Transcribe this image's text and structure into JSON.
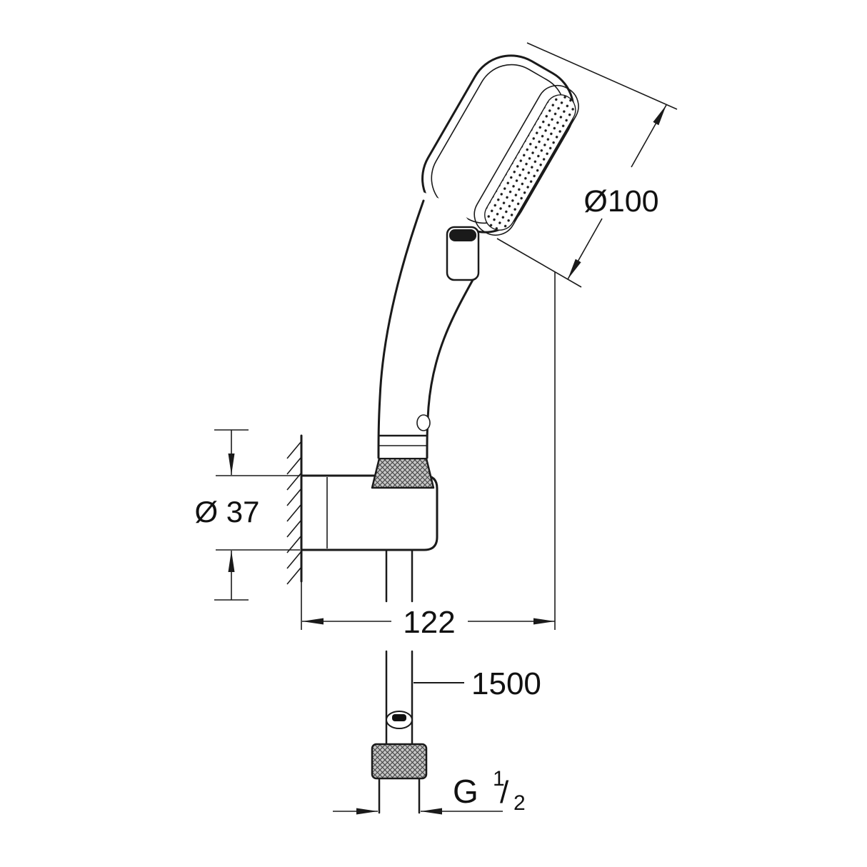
{
  "diagram": {
    "background": "#ffffff",
    "line_color": "#1a1a1a",
    "labels": {
      "head_diameter": "Ø100",
      "holder_diameter": "Ø 37",
      "holder_depth": "122",
      "hose_length": "1500",
      "thread_prefix": "G",
      "thread_numerator": "1",
      "thread_slash": "/",
      "thread_denominator": "2"
    }
  }
}
